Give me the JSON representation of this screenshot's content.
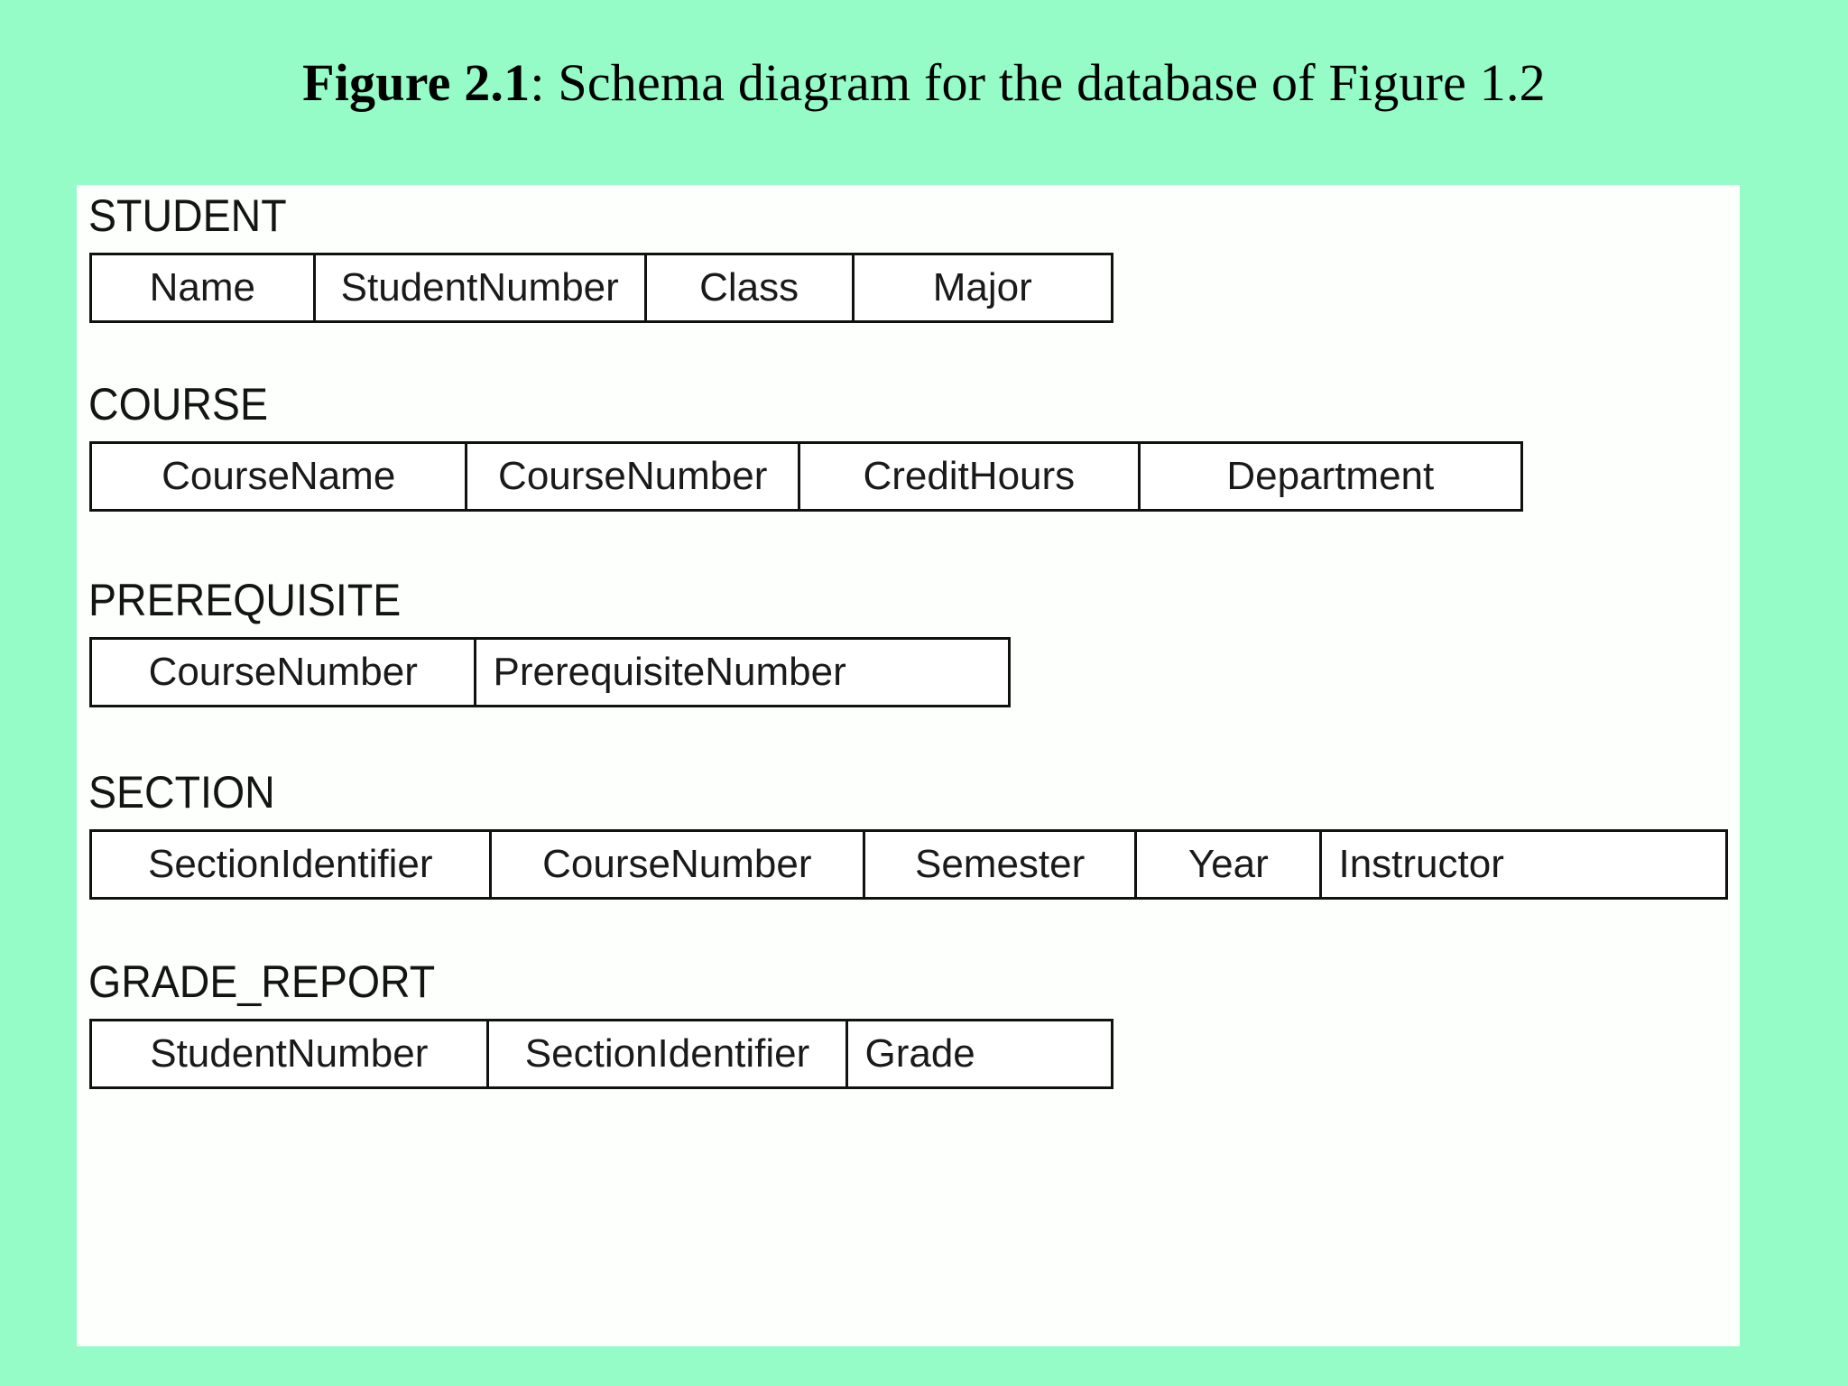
{
  "figure": {
    "label": "Figure 2.1",
    "caption": ": Schema diagram for the database of Figure 1.2"
  },
  "colors": {
    "background": "#96fcc7",
    "panel": "#fdfffc",
    "border": "#111111",
    "text": "#141414"
  },
  "schema": {
    "relations": [
      {
        "name": "STUDENT",
        "attributes": [
          "Name",
          "StudentNumber",
          "Class",
          "Major"
        ]
      },
      {
        "name": "COURSE",
        "attributes": [
          "CourseName",
          "CourseNumber",
          "CreditHours",
          "Department"
        ]
      },
      {
        "name": "PREREQUISITE",
        "attributes": [
          "CourseNumber",
          "PrerequisiteNumber"
        ]
      },
      {
        "name": "SECTION",
        "attributes": [
          "SectionIdentifier",
          "CourseNumber",
          "Semester",
          "Year",
          "Instructor"
        ]
      },
      {
        "name": "GRADE_REPORT",
        "attributes": [
          "StudentNumber",
          "SectionIdentifier",
          "Grade"
        ]
      }
    ]
  }
}
